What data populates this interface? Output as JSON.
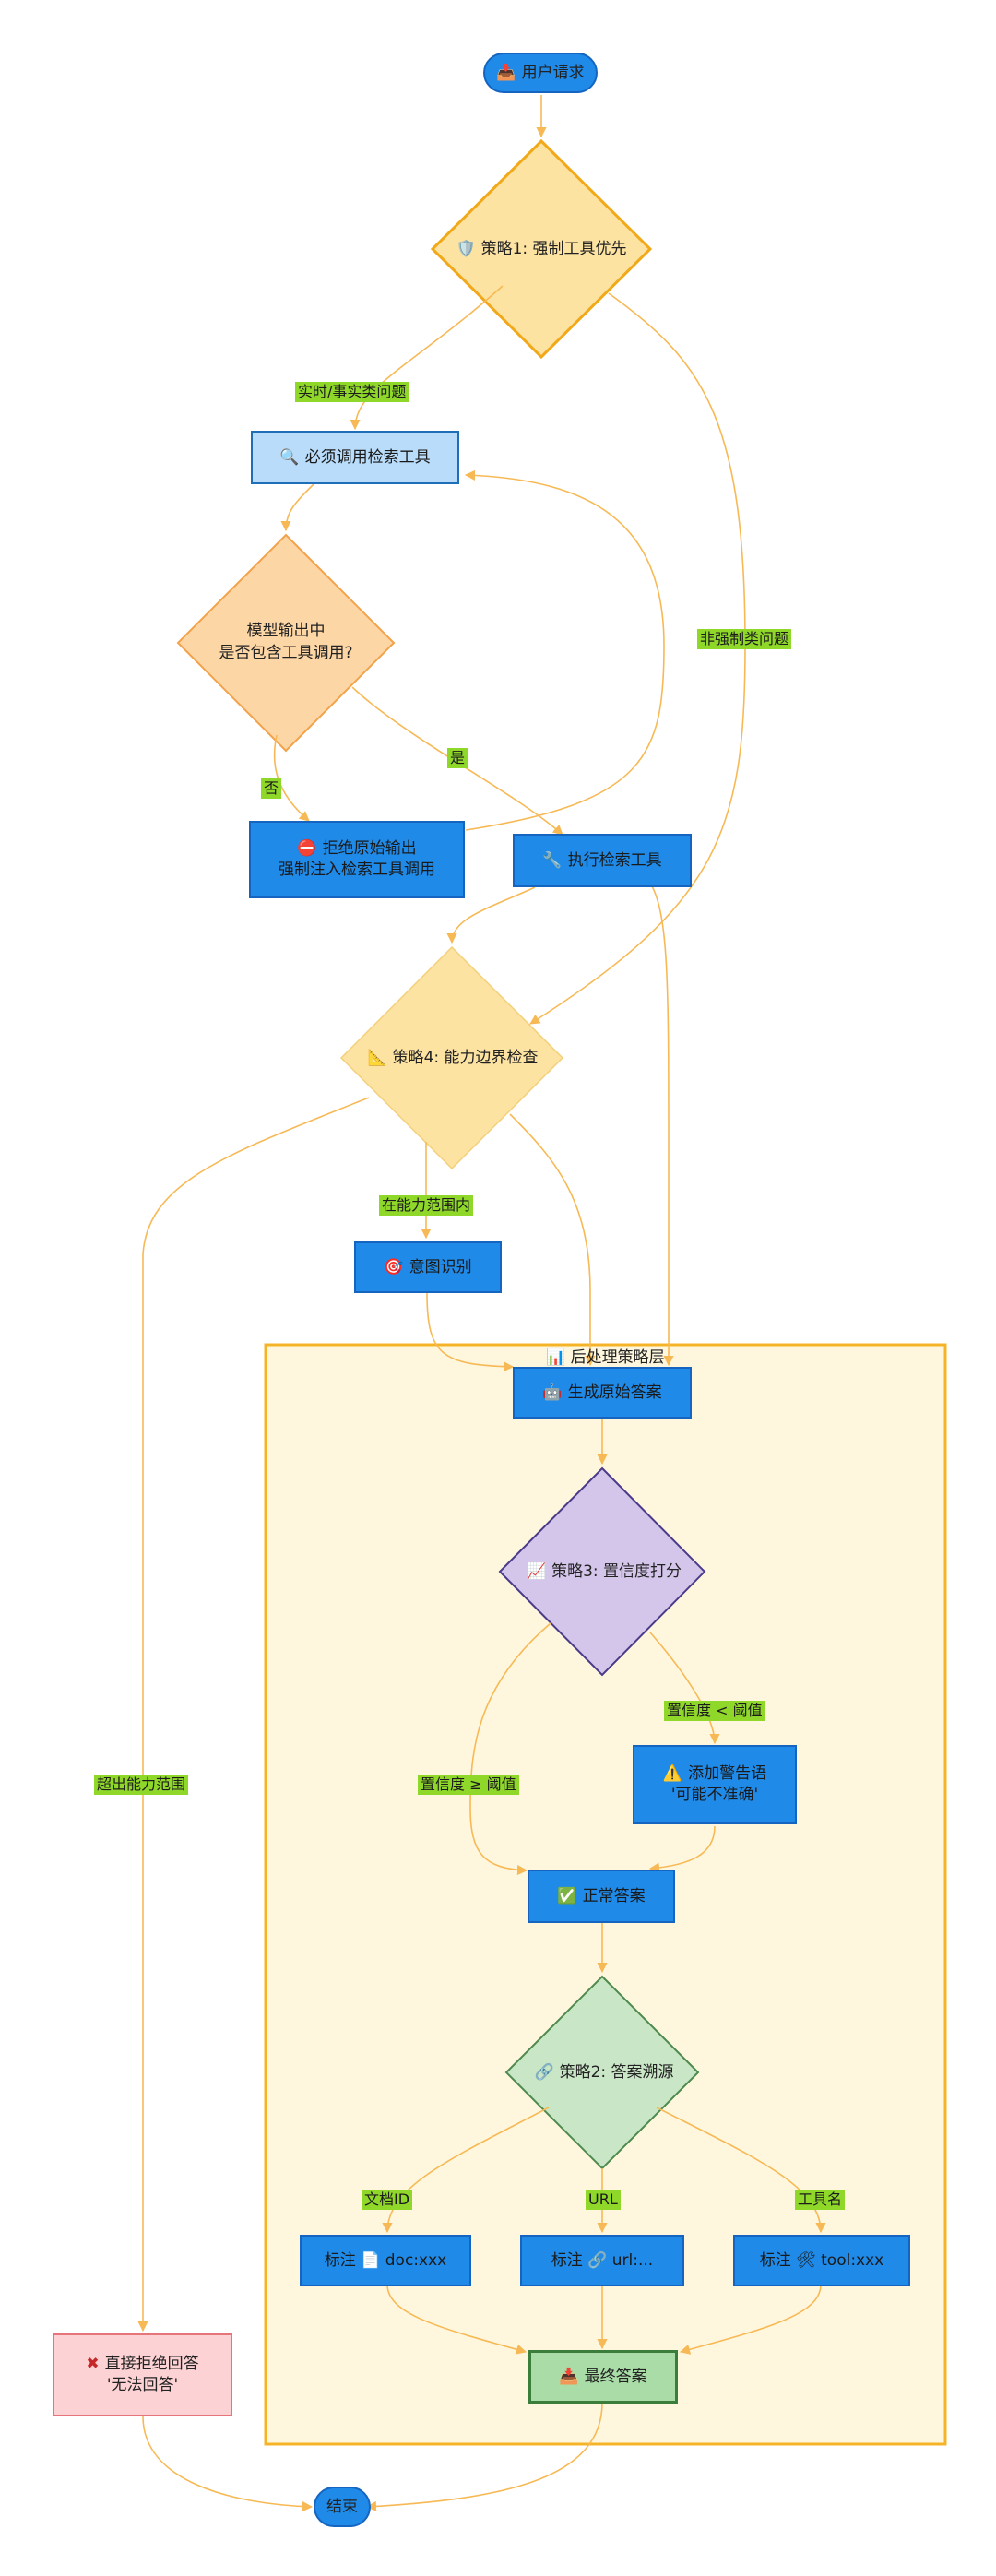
{
  "nodes": {
    "start": "用户请求",
    "strategy1": "策略1: 强制工具优先",
    "must_retrieve": "必须调用检索工具",
    "model_output_q": [
      "模型输出中",
      "是否包含工具调用?"
    ],
    "reject_output": [
      "拒绝原始输出",
      "强制注入检索工具调用"
    ],
    "exec_retrieve": "执行检索工具",
    "strategy4": "策略4: 能力边界检查",
    "intent": "意图识别",
    "gen_answer": "生成原始答案",
    "strategy3": "策略3: 置信度打分",
    "add_warning": [
      "添加警告语",
      "'可能不准确'"
    ],
    "normal_answer": "正常答案",
    "strategy2": "策略2: 答案溯源",
    "mark_doc": "标注 📄 doc:xxx",
    "mark_url": "标注 🔗 url:...",
    "mark_tool": "标注 🛠 tool:xxx",
    "final_answer": "最终答案",
    "reject_direct": [
      "直接拒绝回答",
      "'无法回答'"
    ],
    "end": "结束"
  },
  "icons": {
    "start": "inbox-tray-icon",
    "strategy1": "shield-icon",
    "must_retrieve": "magnifier-icon",
    "reject_output": "no-entry-icon",
    "exec_retrieve": "wrench-icon",
    "strategy4": "triangle-ruler-icon",
    "intent": "target-icon",
    "gen_answer": "robot-icon",
    "strategy3": "chart-icon",
    "add_warning": "warning-icon",
    "normal_answer": "check-icon",
    "strategy2": "link-icon",
    "final_answer": "inbox-tray-icon",
    "reject_direct": "cross-icon"
  },
  "edges": {
    "realtime": "实时/事实类问题",
    "non_forced": "非强制类问题",
    "no": "否",
    "yes": "是",
    "in_range": "在能力范围内",
    "out_range": "超出能力范围",
    "conf_low": "置信度 < 阈值",
    "conf_high": "置信度 ≥ 阈值",
    "doc_id": "文档ID",
    "url": "URL",
    "tool_name": "工具名"
  },
  "group": {
    "title": "📊 后处理策略层"
  },
  "colors": {
    "edge": "#f7b955",
    "label_bg": "#8fd82a",
    "process_blue": "#1f8ae8",
    "group_bg": "#fef7de",
    "group_border": "#f5b428"
  }
}
